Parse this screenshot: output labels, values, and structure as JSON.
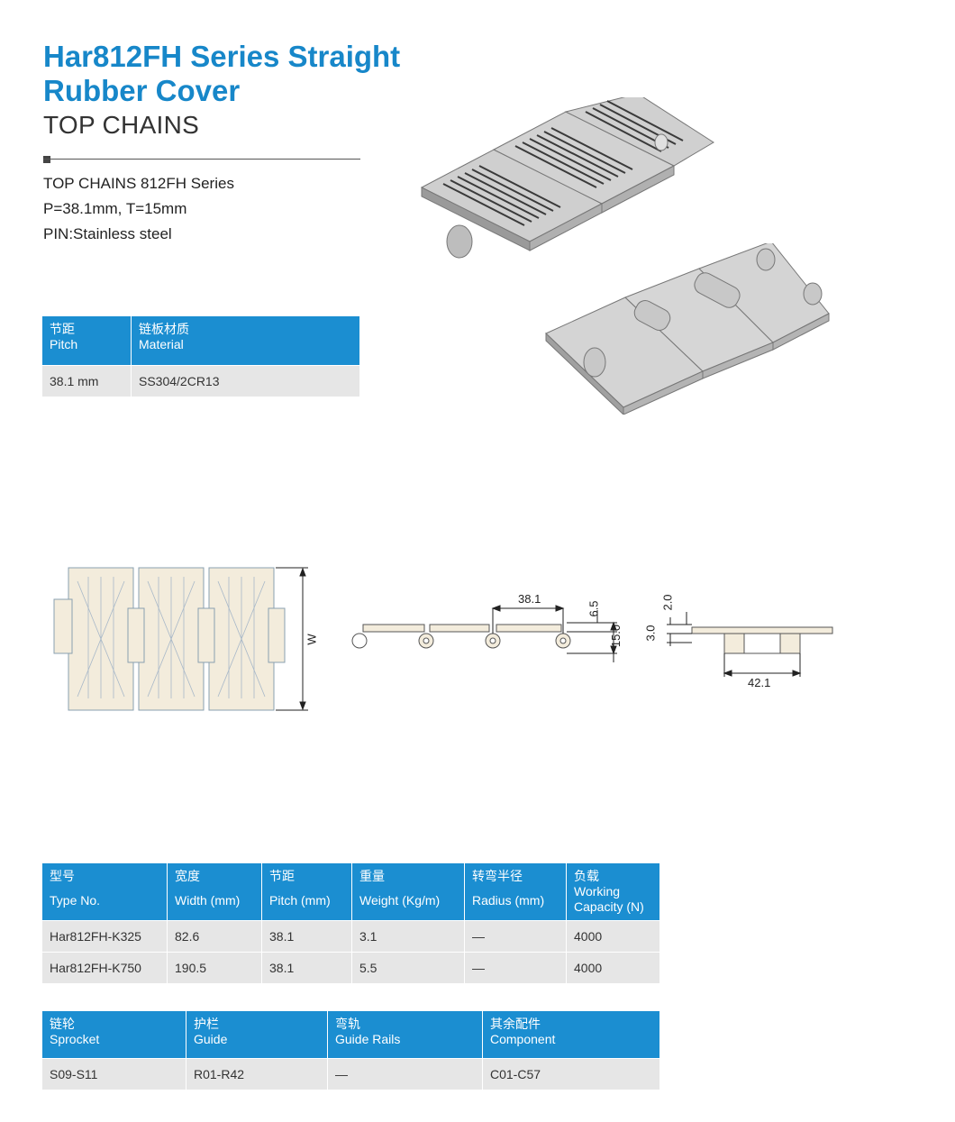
{
  "header": {
    "title": "Har812FH Series Straight Rubber Cover",
    "subtitle": "TOP CHAINS"
  },
  "specs": [
    "TOP CHAINS 812FH Series",
    "P=38.1mm, T=15mm",
    "PIN:Stainless steel"
  ],
  "material_table": {
    "headers": [
      {
        "cn": "节距",
        "en": "Pitch"
      },
      {
        "cn": "链板材质",
        "en": "Material"
      }
    ],
    "rows": [
      [
        "38.1 mm",
        "SS304/2CR13"
      ]
    ]
  },
  "drawing": {
    "width_label": "W",
    "pitch_dim": "38.1",
    "dim_6_5": "6.5",
    "dim_15": "15.0",
    "dim_2": "2.0",
    "dim_3": "3.0",
    "dim_42": "42.1"
  },
  "spec_table": {
    "headers": [
      {
        "cn": "型号",
        "en": "Type No."
      },
      {
        "cn": "宽度",
        "en": "Width (mm)"
      },
      {
        "cn": "节距",
        "en": "Pitch (mm)"
      },
      {
        "cn": "重量",
        "en": "Weight (Kg/m)"
      },
      {
        "cn": "转弯半径",
        "en": "Radius (mm)"
      },
      {
        "cn": "负载",
        "en": "Working Capacity (N)"
      }
    ],
    "rows": [
      [
        "Har812FH-K325",
        "82.6",
        "38.1",
        "3.1",
        "—",
        "4000"
      ],
      [
        "Har812FH-K750",
        "190.5",
        "38.1",
        "5.5",
        "—",
        "4000"
      ]
    ]
  },
  "component_table": {
    "headers": [
      {
        "cn": "链轮",
        "en": "Sprocket"
      },
      {
        "cn": "护栏",
        "en": "Guide"
      },
      {
        "cn": "弯轨",
        "en": "Guide Rails"
      },
      {
        "cn": "其余配件",
        "en": "Component"
      }
    ],
    "rows": [
      [
        "S09-S11",
        "R01-R42",
        "—",
        "C01-C57"
      ]
    ]
  }
}
